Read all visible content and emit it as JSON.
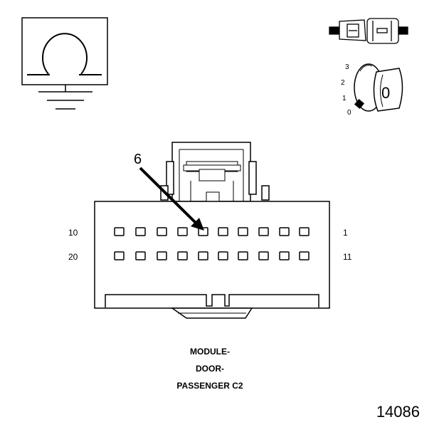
{
  "ohmmeter": {
    "icon": "ohmmeter-ground-icon"
  },
  "connector_symbol": {
    "icon": "connector-icon"
  },
  "ignition": {
    "icon": "ignition-key-icon",
    "positions": [
      "3",
      "2",
      "1",
      "0"
    ],
    "key_label": "0"
  },
  "connector": {
    "callout_pin": "6",
    "row1_left": "10",
    "row1_right": "1",
    "row2_left": "20",
    "row2_right": "11",
    "rows": 2,
    "pins_per_row": 10,
    "highlight_pin": 6
  },
  "caption": [
    "MODULE-",
    "DOOR-",
    "PASSENGER C2"
  ],
  "figure_number": "14086"
}
